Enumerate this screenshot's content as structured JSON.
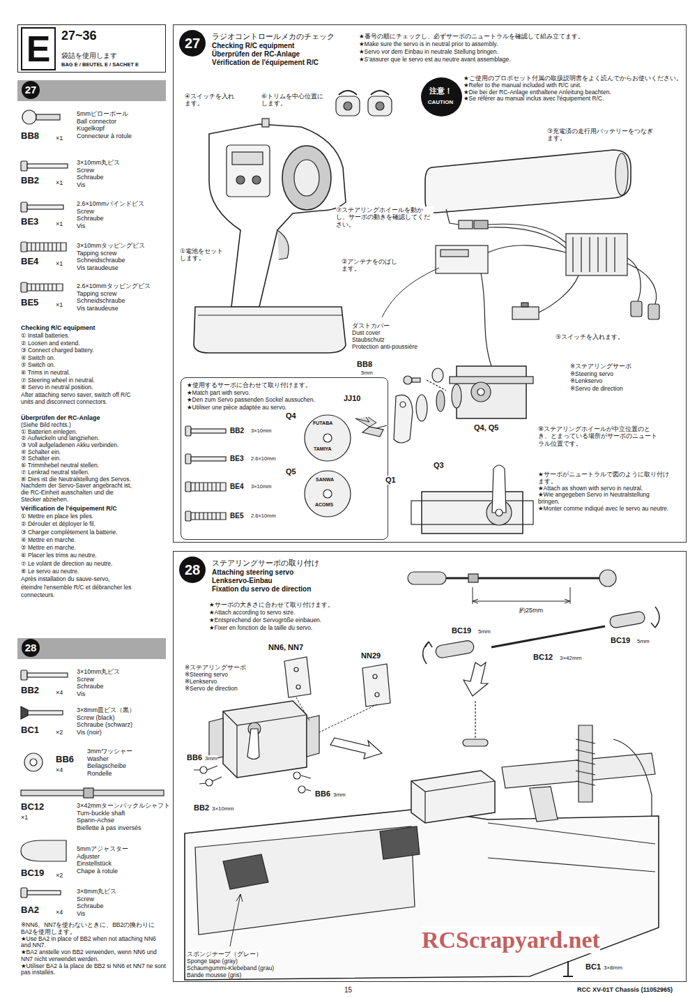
{
  "diagram": {
    "nodes": [
      {
        "text": [
          "E",
          "27~36",
          "袋詰を使用します",
          "BAG E / BEUTEL E / SACHET E"
        ]
      },
      {
        "text": [
          "27"
        ]
      },
      {
        "text": [
          "28"
        ]
      },
      {
        "text": [
          "27",
          "ラジオコントロールメカのチェック",
          "Checking R/C equipment",
          "Überprüfen der RC-Anlage",
          "Vérification de l'équipement R/C"
        ]
      },
      {
        "text": [
          "注意！",
          "CAUTION"
        ],
        "in": 3
      },
      {
        "text": [
          "★使用するサーボに合わせて取り付けます。",
          "★Match part with servo.",
          "★Den zum Servo passenden Sockel aussuchen.",
          "★Utiliser une pièce adaptée au servo."
        ],
        "in": 3
      },
      {
        "text": [
          "28",
          "ステアリングサーボの取り付け",
          "Attaching steering servo",
          "Lenkservo-Einbau",
          "Fixation du servo de direction"
        ]
      }
    ],
    "labels": [
      "BB8",
      "×1",
      "5mmピローボール",
      "Ball connector",
      "Kugelkopf",
      "Connecteur à rotule",
      "BB2",
      "×1",
      "3×10mm丸ビス",
      "Screw",
      "Schraube",
      "Vis",
      "BE3",
      "×1",
      "2.6×10mmバインドビス",
      "Screw",
      "Schraube",
      "Vis",
      "BE4",
      "×1",
      "3×10mmタッピングビス",
      "Tapping screw",
      "Schneidschraube",
      "Vis taraudeuse",
      "BE5",
      "×1",
      "2.6×10mmタッピングビス",
      "Tapping screw",
      "Schneidschraube",
      "Vis taraudeuse",
      "Checking R/C equipment",
      "① Install batteries.",
      "② Loosen and extend.",
      "③ Connect charged battery.",
      "④ Switch on.",
      "⑤ Switch on.",
      "⑥ Trims in neutral.",
      "⑦ Steering wheel in neutral.",
      "⑧ Servo in neutral position.",
      "After attaching servo saver, switch off R/C",
      "units and disconnect connectors.",
      "Überprüfen der RC-Anlage",
      "(Siehe Bild rechts.)",
      "① Batterien einlegen.",
      "② Aufwickeln und langziehen.",
      "③ Voll aufgeladenen Akku verbinden.",
      "④ Schalter ein.",
      "⑤ Schalter ein.",
      "⑥ Trimmhebel neutral stellen.",
      "⑦ Lenkrad neutral stellen.",
      "⑧ Dies ist die Neutralstellung des Servos.",
      "Nachdem der Servo-Saver angebracht ist,",
      "die RC-Einheit ausschalten und die",
      "Stecker abziehen.",
      "Vérification de l'équipement R/C",
      "① Mettre en place les piles.",
      "② Dérouler et déployer le fil.",
      "③ Charger complètement la batterie.",
      "④ Mettre en marche.",
      "⑤ Mettre en marche.",
      "⑥ Placer les trims au neutre.",
      "⑦ Le volant de direction au neutre.",
      "⑧ Le servo au neutre.",
      "Après installation du sauve-servo,",
      "éteindre l'ensemble R/C et débrancher les",
      "connecteurs.",
      "BB2",
      "×4",
      "3×10mm丸ビス",
      "Screw",
      "Schraube",
      "Vis",
      "BC1",
      "×2",
      "3×8mm皿ビス（黒）",
      "Screw (black)",
      "Schraube (schwarz)",
      "Vis (noir)",
      "BB6",
      "×4",
      "3mmワッシャー",
      "Washer",
      "Beilagscheibe",
      "Rondelle",
      "BC12",
      "×1",
      "3×42mmターンバックルシャフト",
      "Turn-buckle shaft",
      "Spann-Achse",
      "Biellette à pas inversés",
      "BC19",
      "×2",
      "5mmアジャスター",
      "Adjuster",
      "Einstellstück",
      "Chape à rotule",
      "BA2",
      "×4",
      "3×8mm丸ビス",
      "Screw",
      "Schraube",
      "Vis",
      "※NN6、NN7を使わないときに、BB2の換わりにBA2を使用します。",
      "★Use BA2 in place of BB2 when not attaching NN6 and NN7.",
      "★BA2 anstelle von BB2 verwenden, wenn NN6 und NN7 nicht verwendet werden.",
      "★Utiliser BA2 à la place de BB2 si NN6 et NN7 ne sont pas installés.",
      "★番号の順にチェックし、必ずサーボのニュートラルを確認して組み立てます。",
      "★Make sure the servo is in neutral prior to assembly.",
      "★Servo vor dem Einbau in neutrale Stellung bringen.",
      "★S'assurer que le servo est au neutre avant assemblage.",
      "★ご使用のプロポセット付属の取扱説明書をよく読んでからお使いください。",
      "★Refer to the manual included with R/C unit.",
      "★Die bei der RC-Anlage enthaltene Anleitung beachten.",
      "★Se référer au manual inclus avec l'équipement R/C.",
      "④スイッチを入れます。",
      "⑥トリムを中心位置にします。",
      "③充電済の走行用バッテリーをつなぎます。",
      "⑦ステアリングホイールを動かし、サーボの動きを確認してください。",
      "①電池をセットします。",
      "②アンテナをのばします。",
      "ダストカバー",
      "Dust cover",
      "Staubschutz",
      "Protection anti-poussière",
      "⑤スイッチを入れます。",
      "BB8",
      "5mm",
      "※ステアリングサーボ",
      "※Steering servo",
      "※Lenkservo",
      "※Servo de direction",
      "JJ10",
      "Q4, Q5",
      "⑧ステアリングホイールが中立位置のとき、とまっている場所がサーボのニュートラル位置です。",
      "Q3",
      "Q1",
      "★サーボがニュートラルで図のように取り付けます。",
      "★Attach as shown with servo in neutral.",
      "★Wie angegeben Servo in Neutralstellung bringen.",
      "★Monter comme indiqué avec le servo au neutre.",
      "Q4",
      "FUTABA",
      "TAMIYA",
      "Q5",
      "SANWA",
      "ACOMS",
      "BB2",
      "3×10mm",
      "BE3",
      "2.6×10mm",
      "BE4",
      "3×10mm",
      "BE5",
      "2.6×10mm",
      "★サーボの大きさに合わせて取り付けます。",
      "★Attach according to servo size.",
      "★Entsprechend der Servogröße einbauen.",
      "★Fixer en fonction de la taille du servo.",
      "約25mm",
      "BC19",
      "5mm",
      "BC19",
      "5mm",
      "BC12",
      "3×42mm",
      "NN6, NN7",
      "NN29",
      "※ステアリングサーボ",
      "※Steering servo",
      "※Lenkservo",
      "※Servo de direction",
      "BB6",
      "3mm",
      "BB6",
      "3mm",
      "BB2",
      "3×10mm",
      "スポンジテープ（グレー）",
      "Sponge tape (gray)",
      "Schaumgummi-Klebeband (grau)",
      "Bande mousse (gris)",
      "BC1",
      "3×8mm",
      "RCScrapyard.net",
      "15",
      "RCC XV-01T Chassis (11052965)"
    ]
  }
}
